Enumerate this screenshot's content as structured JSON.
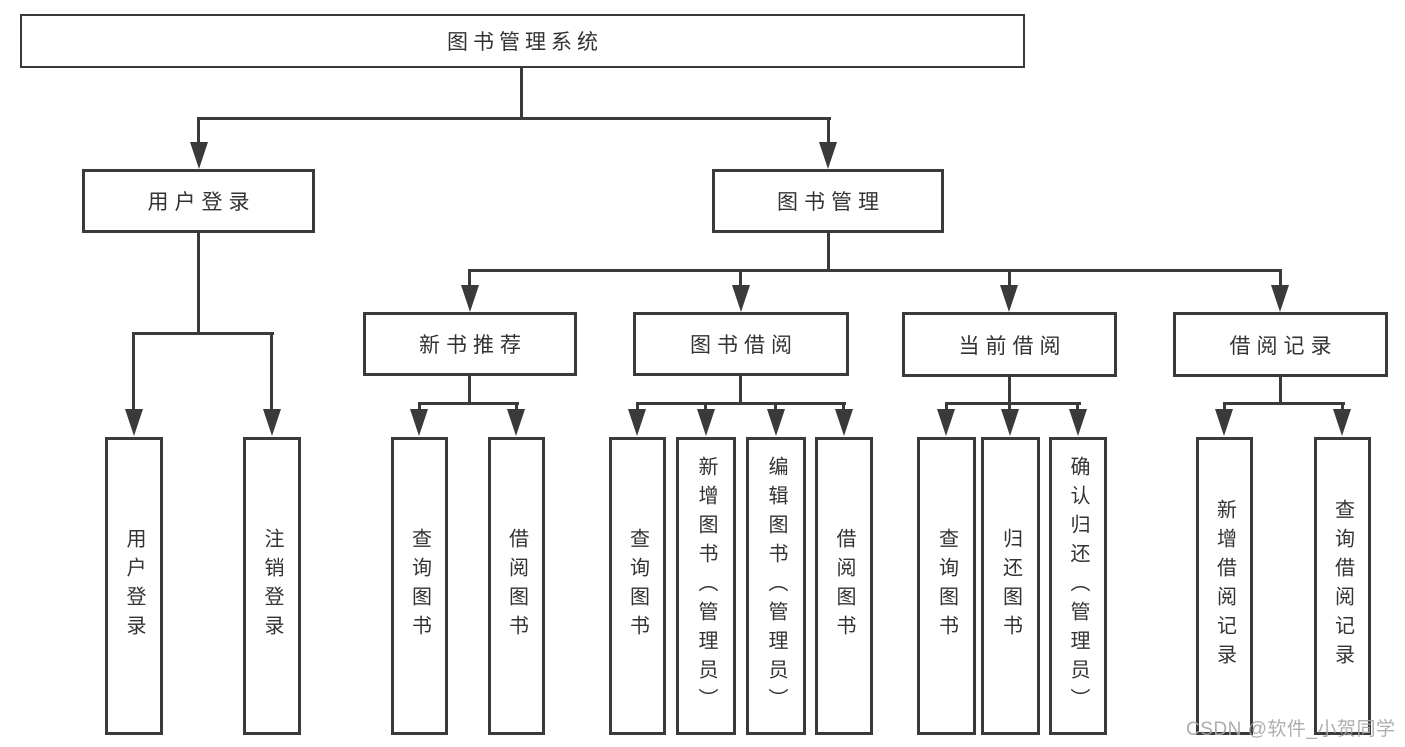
{
  "tree": {
    "root": {
      "label": "图书管理系统"
    },
    "level2": [
      {
        "label": "用户登录"
      },
      {
        "label": "图书管理"
      }
    ],
    "level3": [
      {
        "label": "新书推荐"
      },
      {
        "label": "图书借阅"
      },
      {
        "label": "当前借阅"
      },
      {
        "label": "借阅记录"
      }
    ],
    "leaves": [
      {
        "label": "用户登录"
      },
      {
        "label": "注销登录"
      },
      {
        "label": "查询图书"
      },
      {
        "label": "借阅图书"
      },
      {
        "label": "查询图书"
      },
      {
        "label": "新增图书（管理员）"
      },
      {
        "label": "编辑图书（管理员）"
      },
      {
        "label": "借阅图书"
      },
      {
        "label": "查询图书"
      },
      {
        "label": "归还图书"
      },
      {
        "label": "确认归还（管理员）"
      },
      {
        "label": "新增借阅记录"
      },
      {
        "label": "查询借阅记录"
      }
    ]
  },
  "watermark": {
    "text": "CSDN @软件_小贺同学"
  },
  "colors": {
    "line": "#3a3a3a",
    "text": "#333333",
    "watermark": "#a8a8a8",
    "background": "#ffffff"
  }
}
